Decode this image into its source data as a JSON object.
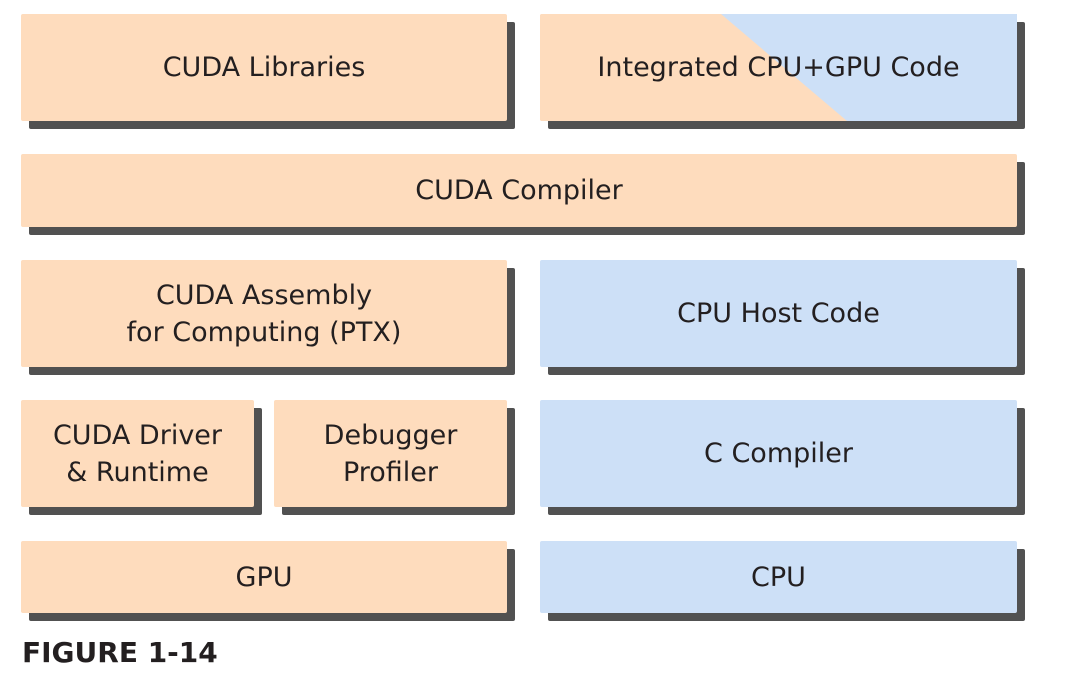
{
  "colors": {
    "gpu_side": "#fedcbd",
    "cpu_side": "#cde0f7",
    "shadow": "#515151",
    "text": "#231f20"
  },
  "blocks": {
    "cuda_libraries": {
      "label": "CUDA Libraries",
      "side": "gpu"
    },
    "integrated_code": {
      "label": "Integrated CPU+GPU Code",
      "side": "mixed"
    },
    "cuda_compiler": {
      "label": "CUDA Compiler",
      "side": "gpu"
    },
    "ptx": {
      "label": "CUDA Assembly\nfor Computing (PTX)",
      "side": "gpu"
    },
    "cpu_host_code": {
      "label": "CPU Host Code",
      "side": "cpu"
    },
    "driver_runtime": {
      "label": "CUDA Driver\n& Runtime",
      "side": "gpu"
    },
    "debugger_profiler": {
      "label": "Debugger\nProfiler",
      "side": "gpu"
    },
    "c_compiler": {
      "label": "C Compiler",
      "side": "cpu"
    },
    "gpu": {
      "label": "GPU",
      "side": "gpu"
    },
    "cpu": {
      "label": "CPU",
      "side": "cpu"
    }
  },
  "caption": "FIGURE 1-14"
}
